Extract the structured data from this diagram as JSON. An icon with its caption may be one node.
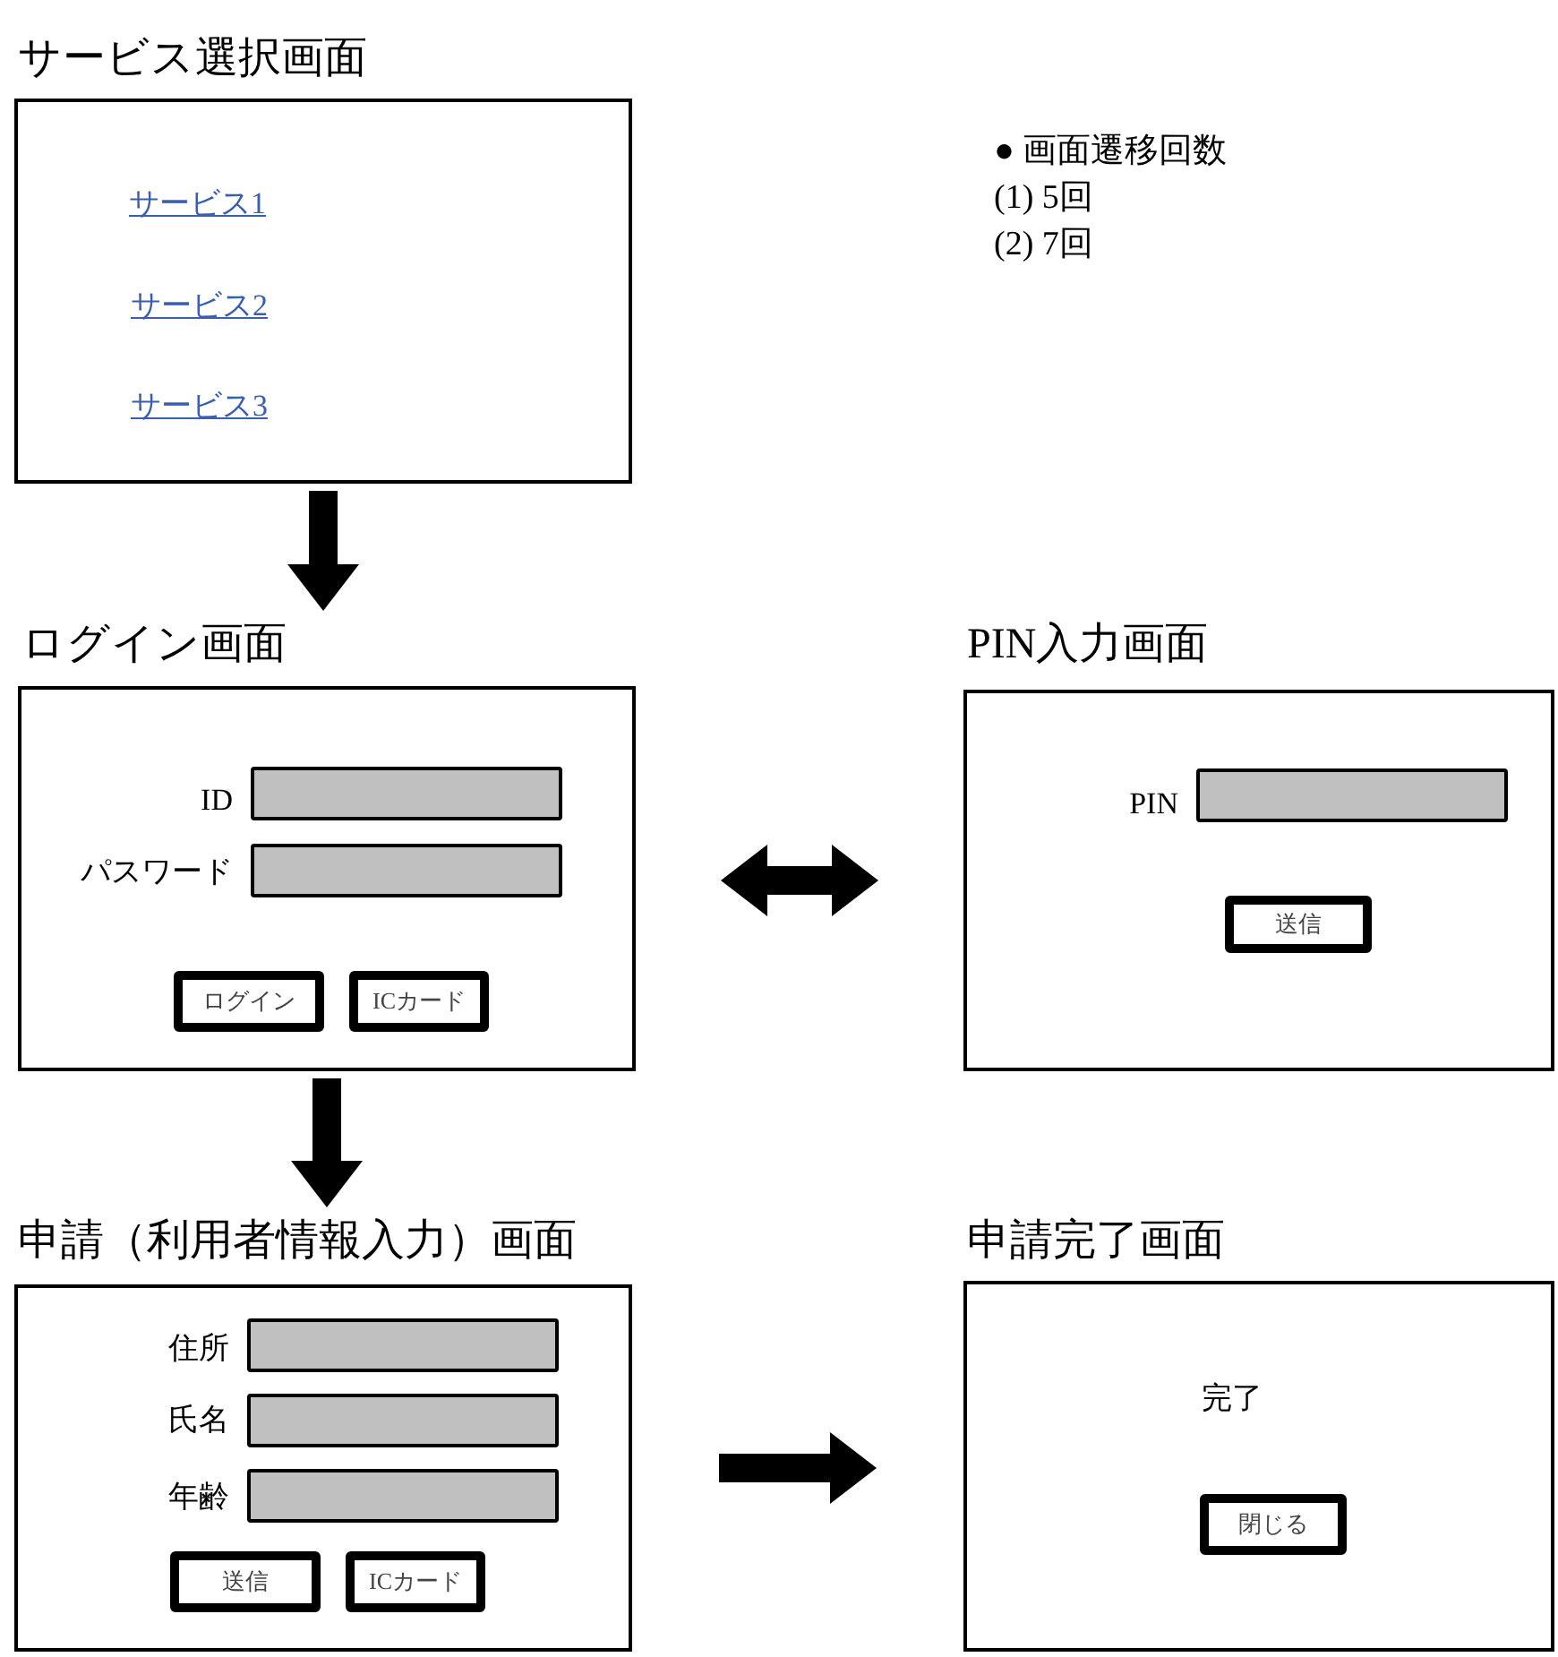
{
  "diagram": {
    "nodes": [
      {
        "text": [
          "サービス選択画面",
          "サービス1",
          "サービス2",
          "サービス3"
        ]
      },
      {
        "text": [
          "ログイン画面"
        ]
      },
      {
        "text": [],
        "shape": "box",
        "in": 1,
        "beside": [
          "ID"
        ]
      },
      {
        "text": [],
        "shape": "box",
        "in": 1,
        "beside": [
          "パスワード"
        ]
      },
      {
        "text": [
          "ログイン"
        ],
        "in": 1
      },
      {
        "text": [
          "ICカード"
        ],
        "in": 1
      },
      {
        "text": [
          "PIN入力画面"
        ]
      },
      {
        "text": [],
        "shape": "box",
        "in": 6,
        "beside": [
          "PIN"
        ]
      },
      {
        "text": [
          "送信"
        ],
        "in": 6
      },
      {
        "text": [
          "申請（利用者情報入力）画面"
        ]
      },
      {
        "text": [],
        "shape": "box",
        "in": 9,
        "beside": [
          "住所"
        ]
      },
      {
        "text": [],
        "shape": "box",
        "in": 9,
        "beside": [
          "氏名"
        ]
      },
      {
        "text": [],
        "shape": "box",
        "in": 9,
        "beside": [
          "年齢"
        ]
      },
      {
        "text": [
          "送信"
        ],
        "in": 9
      },
      {
        "text": [
          "ICカード"
        ],
        "in": 9
      },
      {
        "text": [
          "申請完了画面",
          "完了"
        ]
      },
      {
        "text": [
          "閉じる"
        ],
        "in": 15
      }
    ],
    "edges": [
      {
        "from": 0,
        "to": 1,
        "arrow": "to"
      },
      {
        "from": 1,
        "to": 6,
        "arrow": "both"
      },
      {
        "from": 1,
        "to": 9,
        "arrow": "to"
      },
      {
        "from": 9,
        "to": 15,
        "arrow": "to"
      }
    ],
    "labels": [
      "● 画面遷移回数",
      "(1) 5回",
      "(2) 7回"
    ]
  }
}
